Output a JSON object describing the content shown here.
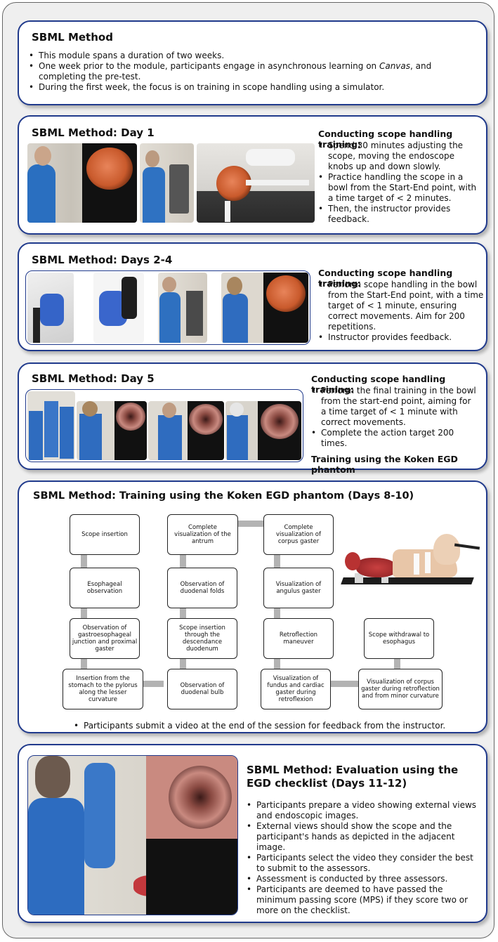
{
  "card1": {
    "title": "SBML Method",
    "bullets": [
      "This module spans a duration of two weeks.",
      "During the first week, the focus is on training in scope handling using a simulator."
    ],
    "bullet2_pre": "One week prior to the module, participants engage in asynchronous learning on ",
    "bullet2_em": "Canvas",
    "bullet2_post": ", and completing the pre-test."
  },
  "day1": {
    "title": "SBML Method: Day 1",
    "heading": "Conducting scope handling training:",
    "bullets": [
      "Spend 30 minutes adjusting the scope, moving the endoscope knobs up and down slowly.",
      "Practice handling the scope in a bowl from the Start-End point, with a time target of < 2 minutes.",
      "Then, the instructor provides feedback."
    ]
  },
  "days24": {
    "title": "SBML Method: Days  2-4",
    "heading": "Conducting scope handling training:",
    "bullets": [
      "Perform scope handling in the bowl from the Start-End point, with a time target of < 1 minute, ensuring correct movements. Aim for 200 repetitions.",
      "Instructor provides feedback."
    ]
  },
  "day5": {
    "title": "SBML Method: Day 5",
    "heading": "Conducting scope handling training:",
    "bullets": [
      "Perform the final training in the bowl from the start-end point, aiming for a time target of < 1 minute with correct movements.",
      "Complete the action target 200 times."
    ],
    "footer": "Training using the Koken EGD phantom"
  },
  "koken": {
    "title": "SBML Method: Training using the Koken EGD phantom (Days 8-10)",
    "steps": [
      "Scope insertion",
      "Esophageal observation",
      "Observation of gastroesophageal junction and proximal gaster",
      "Insertion from the stomach to the pylorus along the lesser curvature",
      "Observation of duodenal bulb",
      "Scope insertion through the descendance duodenum",
      "Observation of duodenal folds",
      "Complete visualization of the antrum",
      "Complete visualization of corpus gaster",
      "Visualization of angulus gaster",
      "Retroflection maneuver",
      "Visualization of fundus and cardiac gaster during retroflexion",
      "Visualization of corpus gaster during retroflection and from minor curvature",
      "Scope withdrawal to esophagus"
    ],
    "note": "Participants submit a video at the end of the session for feedback from the instructor."
  },
  "eval": {
    "title": "SBML Method: Evaluation using the EGD checklist (Days 11-12)",
    "bullets": [
      "Participants prepare a video showing external views and endoscopic images.",
      "External views should show the scope and the participant's hands as depicted in the adjacent image.",
      "Participants select the video they consider the best to submit to the assessors.",
      "Assessment is conducted by three assessors.",
      "Participants are deemed to have passed the minimum passing score (MPS) if they score two or more on the checklist."
    ]
  },
  "colors": {
    "border": "#203a8c",
    "panel": "#efefef",
    "connector": "#b3b3b3"
  }
}
